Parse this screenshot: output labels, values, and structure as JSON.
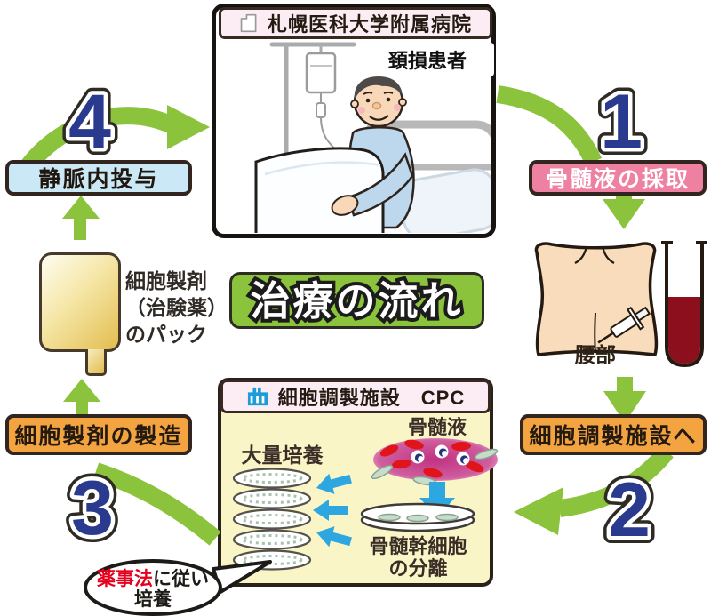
{
  "title": "治療の流れ",
  "hospital": {
    "name": "札幌医科大学附属病院",
    "patient": "頚損患者"
  },
  "cpc": {
    "name": "細胞調製施設　CPC",
    "marrow": "骨髄液",
    "culture": "大量培養",
    "separation_l1": "骨髄幹細胞",
    "separation_l2": "の分離"
  },
  "steps": {
    "s1": {
      "num": "1",
      "label": "骨髄液の採取"
    },
    "s2": {
      "num": "2",
      "label": "細胞調製施設へ"
    },
    "s3": {
      "num": "3",
      "label": "細胞製剤の製造"
    },
    "s4": {
      "num": "4",
      "label": "静脈内投与"
    }
  },
  "pack": {
    "l1": "細胞製剤",
    "l2": "（治験薬）",
    "l3": "のパック"
  },
  "back_label": "腰部",
  "bubble": {
    "law": "薬事法",
    "follow": "に従い",
    "culture": "培養"
  },
  "colors": {
    "arrow_green": "#8cc33c",
    "step_pink": "#ee80a2",
    "step_orange": "#f3a440",
    "step_blue": "#cbe8f7",
    "number_blue": "#2a3b8f",
    "cpc_yellow": "#faf5c7",
    "blood_red": "#8c0f1e"
  }
}
